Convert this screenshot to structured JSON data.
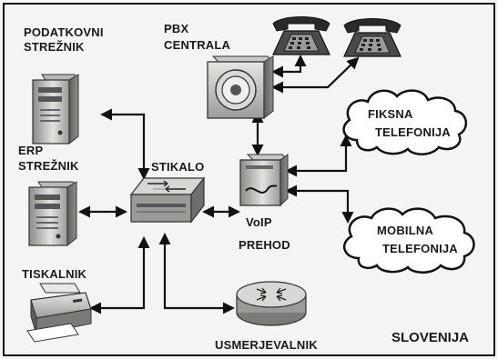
{
  "labels": {
    "data_server_line1": "PODATKOVNI",
    "data_server_line2": "STREŽNIK",
    "pbx_line1": "PBX",
    "pbx_line2": "CENTRALA",
    "erp_line1": "ERP",
    "erp_line2": "STREŽNIK",
    "switch": "STIKALO",
    "voip_line1": "VoIP",
    "voip_line2": "PREHOD",
    "printer": "TISKALNIK",
    "router": "USMERJEVALNIK",
    "fixed_line1": "FIKSNA",
    "fixed_line2": "TELEFONIJA",
    "mobile_line1": "MOBILNA",
    "mobile_line2": "TELEFONIJA",
    "country": "SLOVENIJA"
  },
  "icons": {
    "data_server": "server-tower-icon",
    "erp_server": "server-tower-icon",
    "printer": "printer-icon",
    "switch": "network-switch-icon",
    "router": "router-icon",
    "pbx": "pbx-unit-icon",
    "voip": "gateway-box-icon",
    "phone_1": "desk-phone-icon",
    "phone_2": "desk-phone-icon",
    "fixed_cloud": "cloud-icon",
    "mobile_cloud": "cloud-icon"
  },
  "colors": {
    "ink": "#111111",
    "background": "#f4f4f2",
    "device_light": "#d9d9d6",
    "device_dark": "#6e6e6b"
  }
}
